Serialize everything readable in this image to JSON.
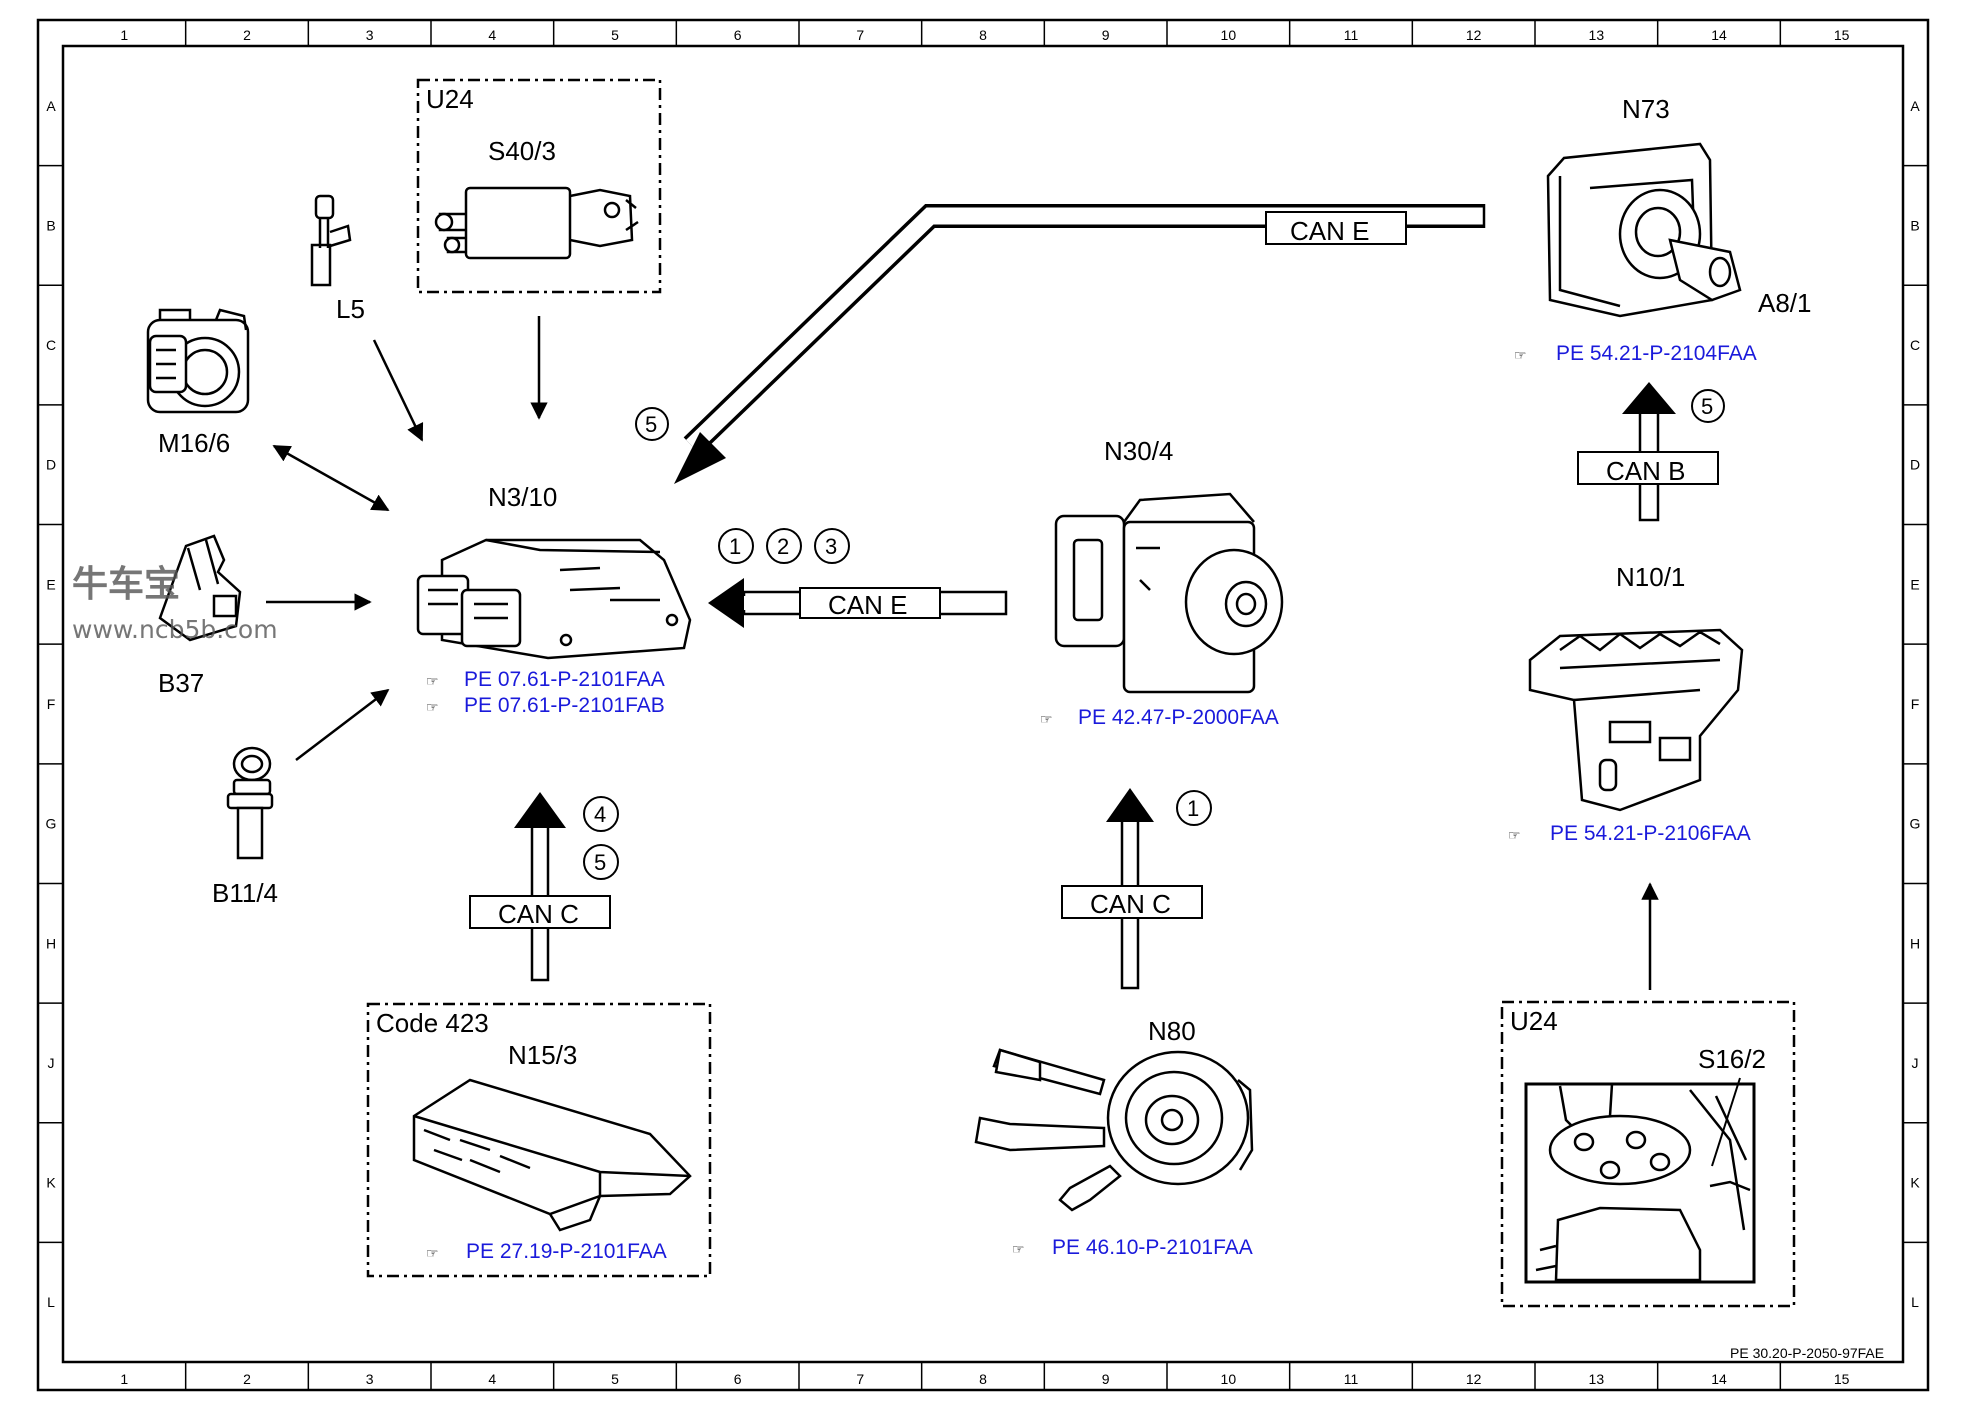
{
  "grid": {
    "columns": [
      "1",
      "2",
      "3",
      "4",
      "5",
      "6",
      "7",
      "8",
      "9",
      "10",
      "11",
      "12",
      "13",
      "14",
      "15"
    ],
    "rows": [
      "A",
      "B",
      "C",
      "D",
      "E",
      "F",
      "G",
      "H",
      "J",
      "K",
      "L"
    ]
  },
  "components": {
    "l5": "L5",
    "m16_6": "M16/6",
    "b37": "B37",
    "b11_4": "B11/4",
    "u24_top": "U24",
    "s40_3": "S40/3",
    "n3_10": "N3/10",
    "n30_4": "N30/4",
    "n73": "N73",
    "a8_1": "A8/1",
    "n10_1": "N10/1",
    "code_423": "Code 423",
    "n15_3": "N15/3",
    "n80": "N80",
    "u24_bottom": "U24",
    "s16_2": "S16/2"
  },
  "refs": {
    "n3_10_a": "PE 07.61-P-2101FAA",
    "n3_10_b": "PE 07.61-P-2101FAB",
    "n30_4": "PE 42.47-P-2000FAA",
    "n73": "PE 54.21-P-2104FAA",
    "n10_1": "PE 54.21-P-2106FAA",
    "n15_3": "PE 27.19-P-2101FAA",
    "n80": "PE 46.10-P-2101FAA"
  },
  "buses": {
    "can_e_top": "CAN E",
    "can_e_mid": "CAN E",
    "can_b": "CAN B",
    "can_c_left": "CAN C",
    "can_c_right": "CAN C"
  },
  "markers": {
    "m5_top": "5",
    "m1": "1",
    "m2": "2",
    "m3": "3",
    "m4": "4",
    "m5_low": "5",
    "m1_right": "1",
    "m5_right": "5"
  },
  "doc_id": "PE 30.20-P-2050-97FAE",
  "watermark": {
    "brand": "牛车宝",
    "url": "www.ncb5b.com"
  },
  "colors": {
    "reference_link": "#1a1adb",
    "line": "#000000",
    "background": "#ffffff"
  }
}
